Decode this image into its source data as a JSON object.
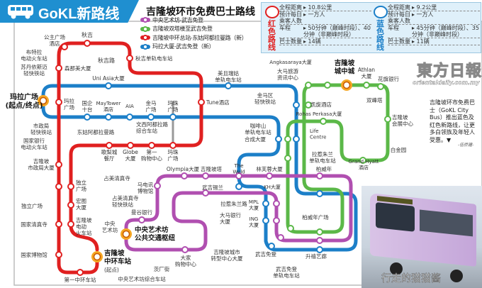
{
  "header": {
    "brand": "GoKL新路线",
    "title": "吉隆坡环市免费巴士路线",
    "legend": [
      {
        "label": "中央艺术坊-武吉免登",
        "color": "#b04fb0"
      },
      {
        "label": "吉隆坡双塔楼至武吉免登",
        "color": "#5bb848"
      },
      {
        "label": "吉隆坡中环总站-东姑阿都拉曼路（新）",
        "color": "#e02020"
      },
      {
        "label": "玛拉大厦-武吉免登（新）",
        "color": "#1c7fc8"
      }
    ]
  },
  "info": {
    "red": {
      "name": "红色路线",
      "color": "#e02020",
      "rows": [
        {
          "k": "全程距离",
          "v": "▸ 10.8公里"
        },
        {
          "k": "预计每日乘客人数",
          "v": "▸ 一万人"
        },
        {
          "k": "车程",
          "v": "▸ 50分钟（巅峰时段）、40分钟（非巅峰时段）"
        },
        {
          "k": "巴士数量",
          "v": "▸ 14辆"
        }
      ]
    },
    "blue": {
      "name": "蓝色路线",
      "color": "#1c7fc8",
      "rows": [
        {
          "k": "全程距离",
          "v": "▸ 9.2公里"
        },
        {
          "k": "预计每日乘客人数",
          "v": "▸ 一万人"
        },
        {
          "k": "车程",
          "v": "▸ 45分钟（巅峰时段）、35分钟（非巅峰时段）"
        },
        {
          "k": "巴士数量",
          "v": "▸ 11辆"
        }
      ]
    }
  },
  "publisher": {
    "logo": "東方日報",
    "url": "orientaldaily.com.my",
    "note": "吉隆坡环市免费巴士（GoKL City Bus）推出蓝色及红色新路线，让更多白领族及年轻人受惠。▼",
    "author": "-伍侨建-"
  },
  "watermark": "行走的猫猫酱",
  "map": {
    "labels": [
      "布特拉\n电动火车站",
      "苏丹依斯迈\n轻快铁站",
      "玛拉广场\n(起点/终点)",
      "市政局\n轻快铁站",
      "国家银行\n电动火车站",
      "吉隆坡\n市政局大厦",
      "独立广场",
      "国家清真寺",
      "国家博物馆",
      "第一中环车站",
      "公主广场\n酒店",
      "秋吉",
      "秋吉路",
      "秋吉单轨电车站",
      "森那美大厦",
      "Uni Asia大厦",
      "玛拉\n广场",
      "国企\n十台",
      "MayTower\n酒店",
      "AIA",
      "金马\n广场",
      "玛珠\n广场",
      "东姑阿都拉曼路",
      "文西阿都拉路\n综合车站",
      "Tune酒店",
      "歌梨城\n餐厅",
      "Globe\n大厦",
      "第一\n购物中心",
      "玛珠\n广场",
      "美且瑞姑\n单轨电车站",
      "金马区\n轻快铁站",
      "咖啡山\n单轨电车站",
      "合成大厦",
      "独立\n广场",
      "宏图\n大厦",
      "吉隆坡\n电动\n火车站",
      "吉隆坡\n中环车站",
      "(起点)",
      "占美清真寺",
      "占美清真寺\n轻快铁站",
      "中央\n艺术坊",
      "中央艺术坊\n公共交通枢纽",
      "马电讯\n博物馆",
      "曼谷银行",
      "Olympia大厦",
      "吉隆坡塔",
      "武吉锡兰",
      "拉惹朱兰路",
      "大马银行\n大厦",
      "吉隆坡城市\n转型中心大厦",
      "大家\n购物中心",
      "茨厂街",
      "中央艺术坊综合车站",
      "The\nWeld",
      "林芙蓉大厦",
      "KH大厦",
      "MPL\n大厦",
      "ING\n大厦",
      "武吉免登",
      "武吉免登\n单轨电车站",
      "升禧艺廊",
      "柏威年广场",
      "柏威年",
      "拉惹朱兰\n单轨电车站",
      "Life\nCentre",
      "Rohas Perkasa大厦",
      "凯旋酒店",
      "Angkasaraya大厦",
      "大马旅游\n资讯中心",
      "吉隆坡\n城中城",
      "Athlan\n大厦",
      "花旗银行",
      "双峰塔",
      "吉隆坡\n会展中心",
      "Grand Hyatt\n酒店",
      "白金园"
    ]
  },
  "colors": {
    "red": "#e02020",
    "blue": "#1c7fc8",
    "green": "#5bb848",
    "purple": "#b04fb0",
    "hub": "#f5a623",
    "banner": "#1f8fd0"
  }
}
